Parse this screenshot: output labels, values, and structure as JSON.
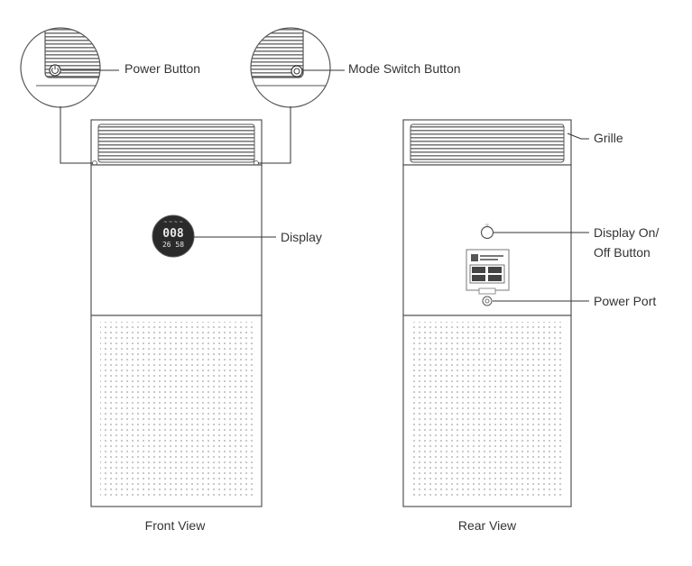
{
  "callouts": {
    "power_button": "Power Button",
    "mode_switch_button": "Mode Switch Button",
    "display": "Display",
    "grille": "Grille",
    "display_onoff_line1": "Display On/",
    "display_onoff_line2": "Off Button",
    "power_port": "Power Port"
  },
  "captions": {
    "front": "Front View",
    "rear": "Rear View"
  },
  "display_readout": {
    "main": "008",
    "sub": "26 58"
  },
  "colors": {
    "outline": "#555555",
    "line": "#333333",
    "grille": "#6e6e6e",
    "perforation": "#c4c4c4",
    "display_bg": "#2a2a2a",
    "display_text": "#e8e8e8"
  },
  "icons": {
    "power": "power-icon",
    "mode": "mode-switch-icon",
    "display_toggle": "display-toggle-icon",
    "power_port": "power-port-icon"
  }
}
